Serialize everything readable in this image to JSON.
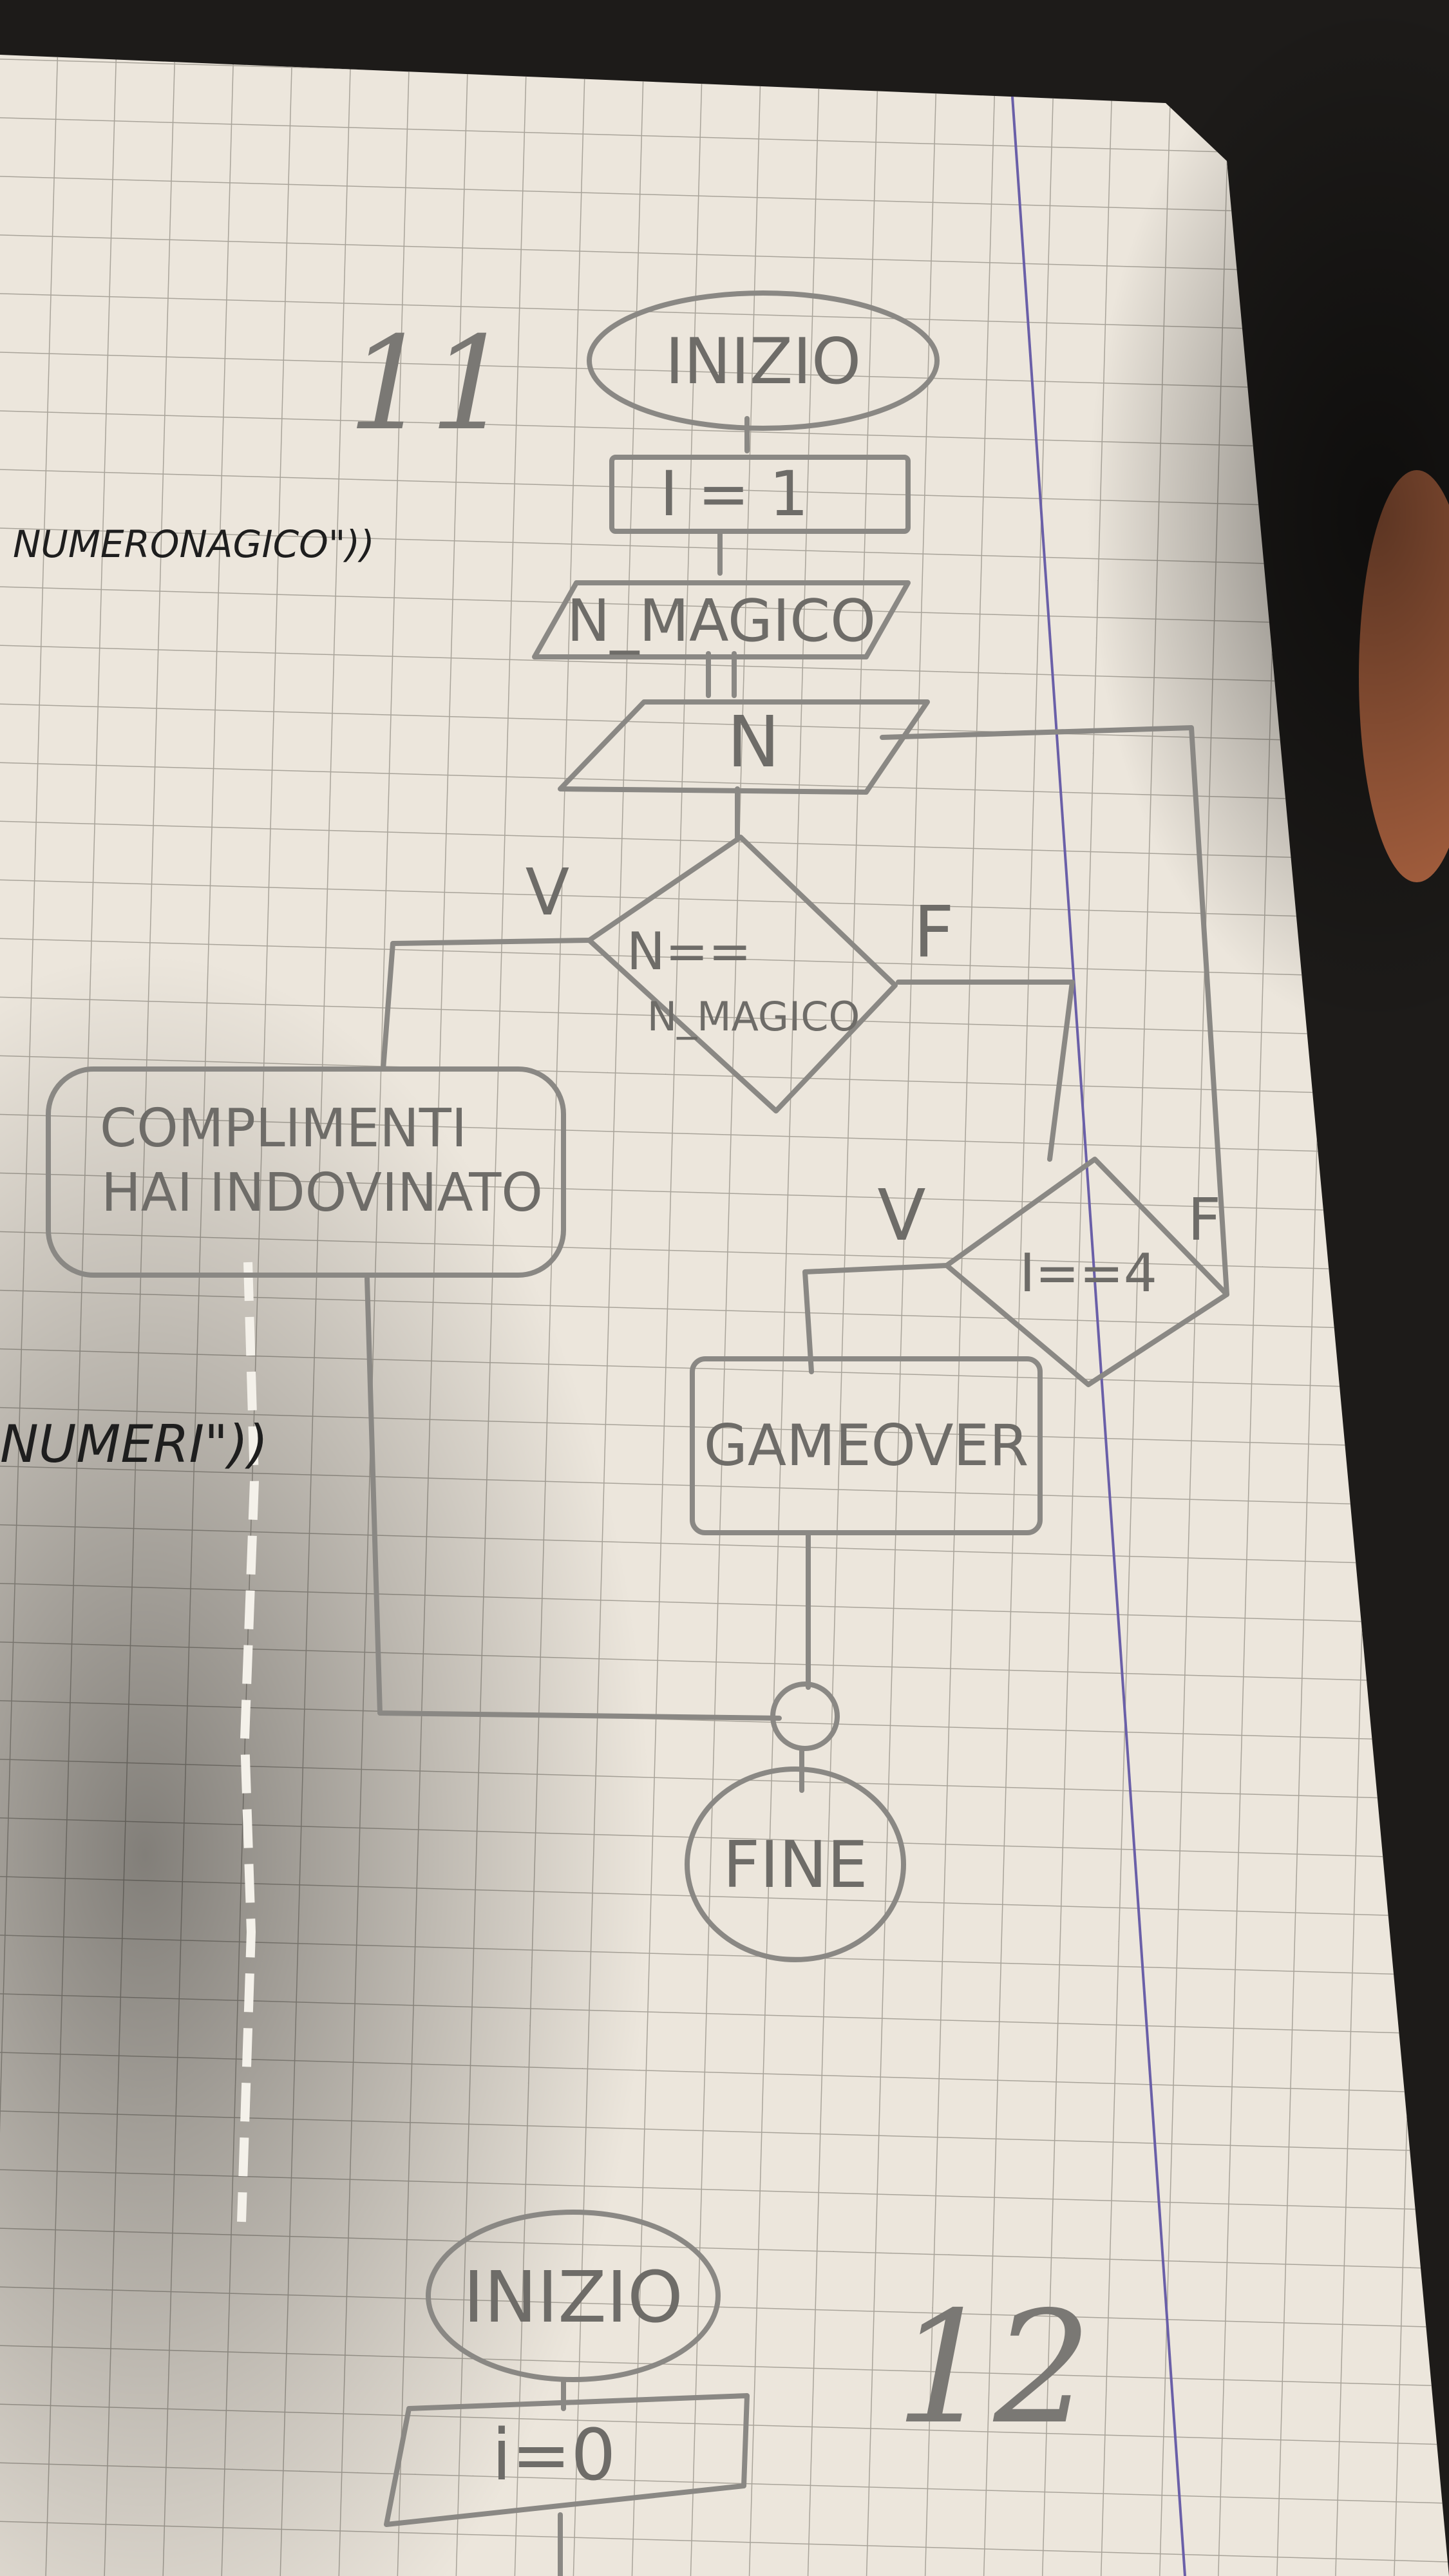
{
  "page_numbers": {
    "top": "11",
    "bottom": "12"
  },
  "left_margin_notes": {
    "note_1": "NUMERONAGICO\"))",
    "note_2": "NUMERI\"))"
  },
  "flowchart_top": {
    "start": "INIZIO",
    "init": "I = 1",
    "input_magic": "N_MAGICO",
    "input_guess": "N",
    "decision_guess": {
      "line1": "N==",
      "line2": "N_MAGICO",
      "true_label": "V",
      "false_label": "F"
    },
    "output_win": {
      "line1": "COMPLIMENTI",
      "line2": "HAI INDOVINATO"
    },
    "decision_count": {
      "text": "I==4",
      "true_label": "V",
      "false_label": "F"
    },
    "output_lose": "GAMEOVER",
    "end": "FINE"
  },
  "flowchart_bottom": {
    "start": "INIZIO",
    "init": "i=0"
  }
}
